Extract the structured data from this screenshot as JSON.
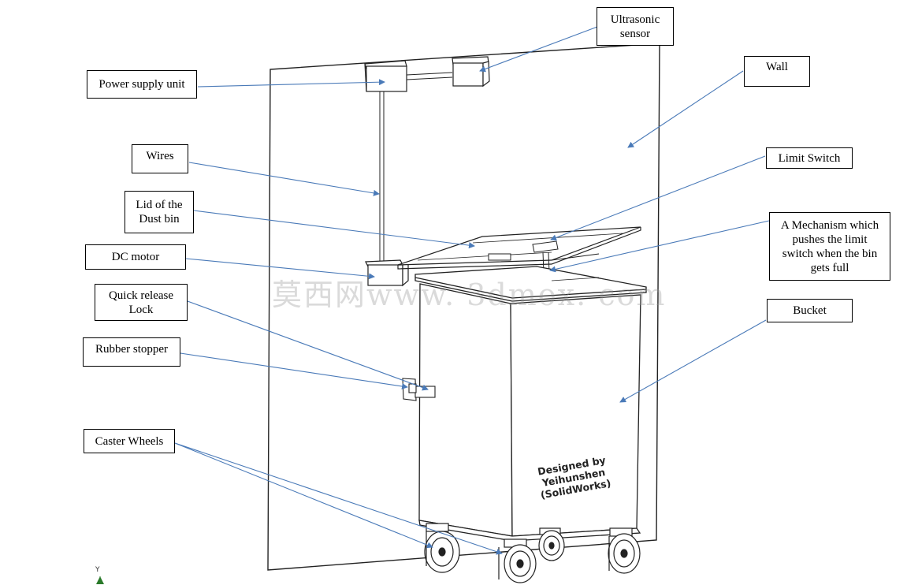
{
  "labels": {
    "ultrasonic_sensor": [
      "Ultrasonic",
      "sensor"
    ],
    "power_supply_unit": "Power supply unit",
    "wall": "Wall",
    "wires": "Wires",
    "limit_switch": "Limit Switch",
    "lid": [
      "Lid of the",
      "Dust bin"
    ],
    "mechanism": [
      "A Mechanism which",
      "pushes the limit",
      "switch when the bin",
      "gets full"
    ],
    "dc_motor": "DC motor",
    "quick_release_lock": [
      "Quick release",
      "Lock"
    ],
    "bucket": "Bucket",
    "rubber_stopper": "Rubber stopper",
    "caster_wheels": "Caster Wheels"
  },
  "watermark": "莫西网www. 3dmox. com",
  "designer_credit": [
    "Designed by Yeihunshen",
    "(SolidWorks)"
  ],
  "axis_triad_label": "Y",
  "colors": {
    "leader": "#4a7ab8",
    "outline": "#222222",
    "label_border": "#000000"
  }
}
